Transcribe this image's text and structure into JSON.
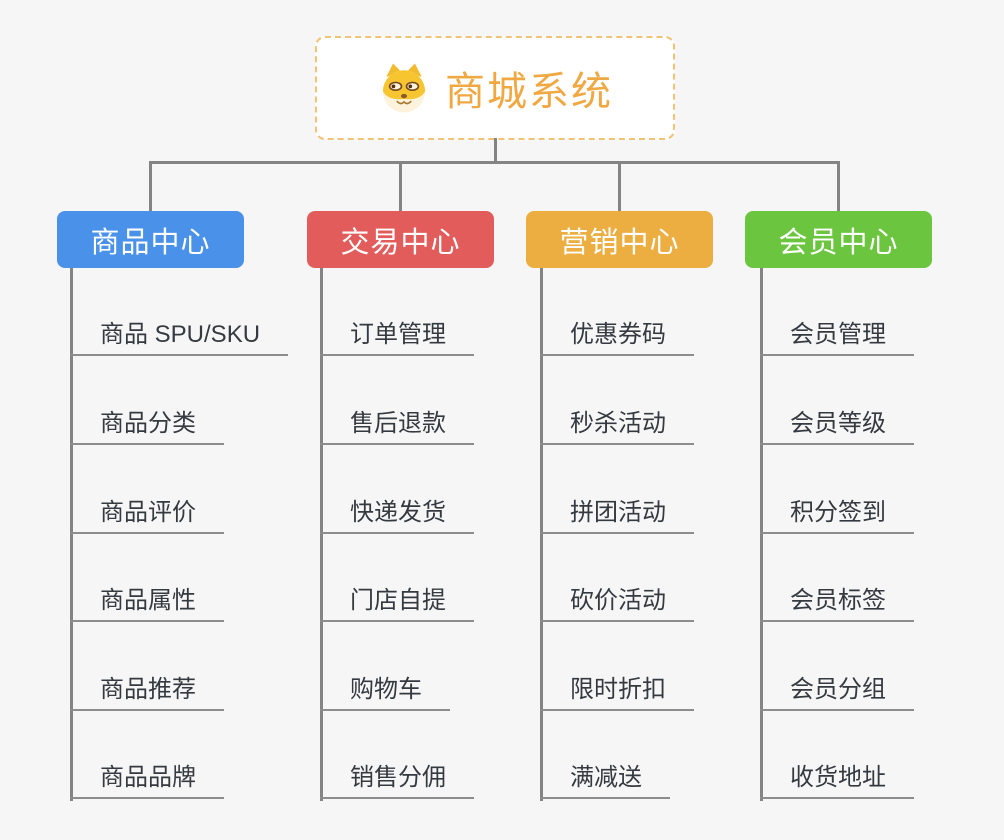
{
  "page": {
    "background_color": "#f6f6f6",
    "connector_color": "#848484"
  },
  "root": {
    "label": "商城系统",
    "icon": "shiba-dog-icon",
    "text_color": "#f0a843",
    "border_color": "#f2c277"
  },
  "branches": [
    {
      "label": "商品中心",
      "color": "#4a91e9",
      "children": [
        "商品 SPU/SKU",
        "商品分类",
        "商品评价",
        "商品属性",
        "商品推荐",
        "商品品牌"
      ]
    },
    {
      "label": "交易中心",
      "color": "#e25c5c",
      "children": [
        "订单管理",
        "售后退款",
        "快递发货",
        "门店自提",
        "购物车",
        "销售分佣"
      ]
    },
    {
      "label": "营销中心",
      "color": "#ecae41",
      "children": [
        "优惠券码",
        "秒杀活动",
        "拼团活动",
        "砍价活动",
        "限时折扣",
        "满减送"
      ]
    },
    {
      "label": "会员中心",
      "color": "#6bc53e",
      "children": [
        "会员管理",
        "会员等级",
        "积分签到",
        "会员标签",
        "会员分组",
        "收货地址"
      ]
    }
  ]
}
